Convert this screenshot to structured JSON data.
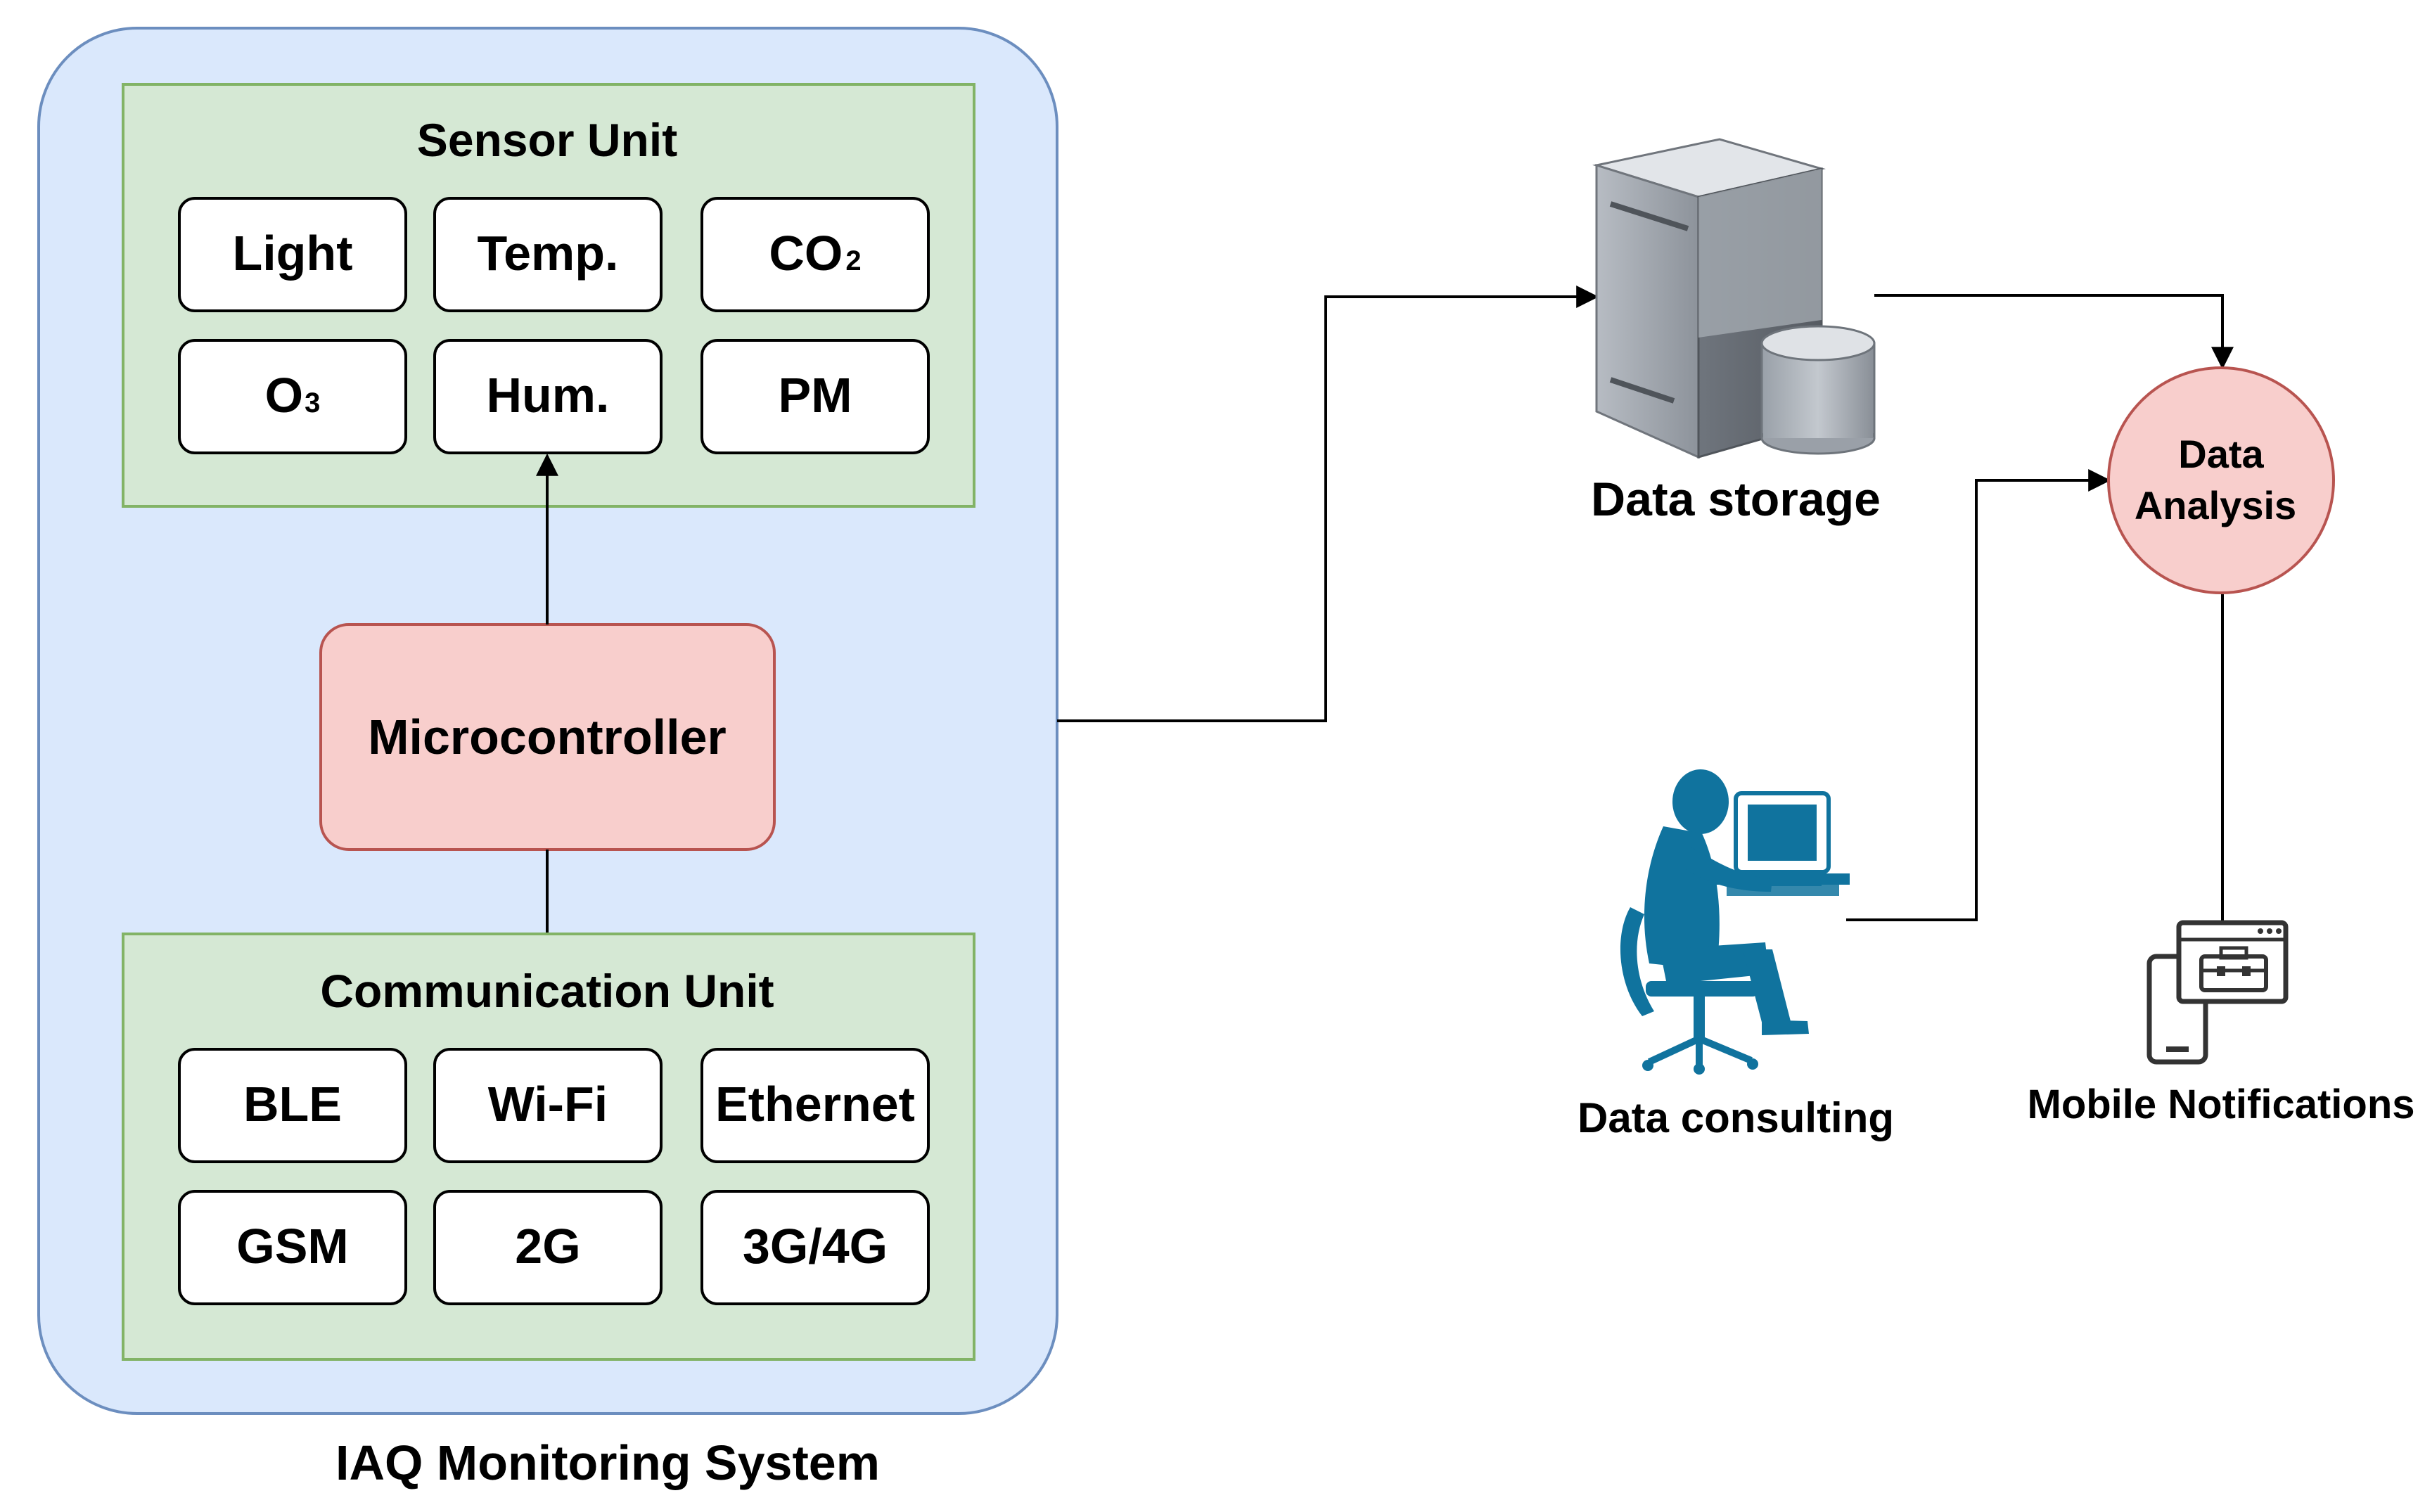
{
  "system": {
    "label": "IAQ Monitoring System",
    "sensor_unit": {
      "title": "Sensor Unit",
      "sensors": [
        {
          "label": "Light"
        },
        {
          "label": "Temp."
        },
        {
          "label": "CO",
          "sub": "2"
        },
        {
          "label": "O",
          "sub": "3"
        },
        {
          "label": "Hum."
        },
        {
          "label": "PM"
        }
      ]
    },
    "microcontroller": {
      "label": "Microcontroller"
    },
    "communication_unit": {
      "title": "Communication Unit",
      "modules": [
        {
          "label": "BLE"
        },
        {
          "label": "Wi-Fi"
        },
        {
          "label": "Ethernet"
        },
        {
          "label": "GSM"
        },
        {
          "label": "2G"
        },
        {
          "label": "3G/4G"
        }
      ]
    }
  },
  "data_storage": {
    "label": "Data storage"
  },
  "data_analysis": {
    "label_line1": "Data",
    "label_line2": "Analysis"
  },
  "data_consulting": {
    "label": "Data consulting"
  },
  "mobile_notifications": {
    "label": "Mobile Notifications"
  },
  "colors": {
    "system_fill": "#dae8fc",
    "system_stroke": "#6c8ebf",
    "unit_fill": "#d5e8d4",
    "unit_stroke": "#82b366",
    "micro_fill": "#f8cecc",
    "micro_stroke": "#b85450",
    "person": "#10739e",
    "server": "#9aa0a8"
  },
  "icons": {
    "storage": "server-database-icon",
    "consulting": "person-at-computer-icon",
    "notifications": "mobile-toolbox-icon"
  }
}
